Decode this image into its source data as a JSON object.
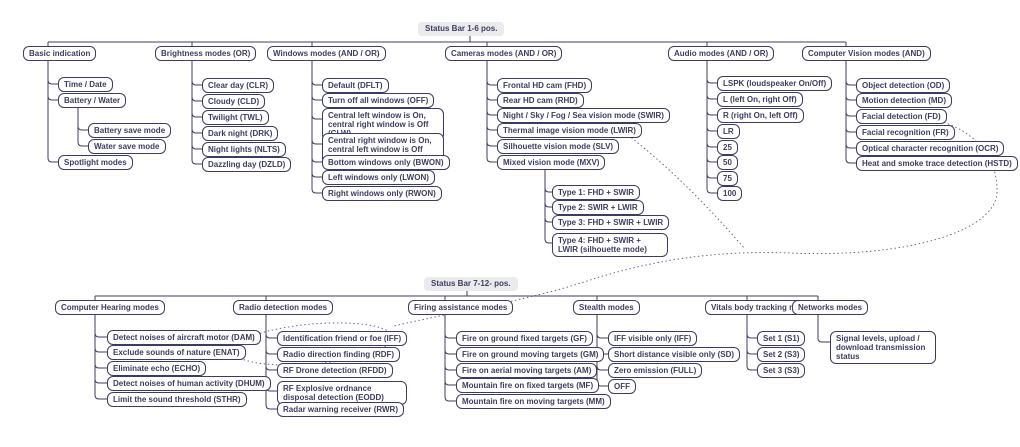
{
  "colors": {
    "ink": "#3d3c60",
    "link_dotted": "#5b5a80",
    "label_bg": "#ebebed",
    "background": "#ffffff"
  },
  "top": {
    "label": "Status Bar 1-6 pos.",
    "groups": [
      {
        "label": "Basic indication",
        "children": [
          {
            "label": "Time / Date"
          },
          {
            "label": "Battery / Water",
            "children": [
              {
                "label": "Battery save mode"
              },
              {
                "label": "Water save mode"
              }
            ]
          },
          {
            "label": "Spotlight modes"
          }
        ]
      },
      {
        "label": "Brightness modes (OR)",
        "children": [
          {
            "label": "Clear day (CLR)"
          },
          {
            "label": "Cloudy (CLD)"
          },
          {
            "label": "Twilight (TWL)"
          },
          {
            "label": "Dark night (DRK)"
          },
          {
            "label": "Night lights (NLTS)"
          },
          {
            "label": "Dazzling day (DZLD)"
          }
        ]
      },
      {
        "label": "Windows modes (AND / OR)",
        "children": [
          {
            "label": "Default (DFLT)"
          },
          {
            "label": "Turn off all windows (OFF)"
          },
          {
            "label": "Central left window is On, central right window is Off (CLW)"
          },
          {
            "label": "Central right window is On, central left window is Off (CRW)"
          },
          {
            "label": "Bottom windows only (BWON)"
          },
          {
            "label": "Left windows only (LWON)"
          },
          {
            "label": "Right windows only (RWON)"
          }
        ]
      },
      {
        "label": "Cameras modes (AND / OR)",
        "children": [
          {
            "label": "Frontal HD cam (FHD)"
          },
          {
            "label": "Rear HD cam (RHD)"
          },
          {
            "label": "Night / Sky / Fog / Sea vision mode (SWIR)"
          },
          {
            "label": "Thermal image vision mode (LWIR)"
          },
          {
            "label": "Silhouette vision mode (SLV)"
          },
          {
            "label": "Mixed vision mode (MXV)",
            "children": [
              {
                "label": "Type 1: FHD + SWIR"
              },
              {
                "label": "Type 2: SWIR + LWIR"
              },
              {
                "label": "Type 3: FHD + SWIR + LWIR"
              },
              {
                "label": "Type 4: FHD + SWIR + LWIR (silhouette mode)"
              }
            ]
          }
        ]
      },
      {
        "label": "Audio modes (AND / OR)",
        "children": [
          {
            "label": "LSPK (loudspeaker On/Off)"
          },
          {
            "label": "L (left On, right Off)"
          },
          {
            "label": "R (right On, left Off)"
          },
          {
            "label": "LR"
          },
          {
            "label": "25"
          },
          {
            "label": "50"
          },
          {
            "label": "75"
          },
          {
            "label": "100"
          }
        ]
      },
      {
        "label": "Computer Vision modes (AND)",
        "children": [
          {
            "label": "Object detection (OD)"
          },
          {
            "label": "Motion detection (MD)"
          },
          {
            "label": "Facial detection (FD)"
          },
          {
            "label": "Facial recognition (FR)"
          },
          {
            "label": "Optical character recognition (OCR)"
          },
          {
            "label": "Heat and smoke trace detection (HSTD)"
          }
        ]
      }
    ]
  },
  "bottom": {
    "label": "Status Bar 7-12- pos.",
    "groups": [
      {
        "label": "Computer Hearing modes",
        "children": [
          {
            "label": "Detect noises of aircraft motor (DAM)"
          },
          {
            "label": "Exclude sounds of nature (ENAT)"
          },
          {
            "label": "Eliminate echo (ECHO)"
          },
          {
            "label": "Detect noises of human activity (DHUM)"
          },
          {
            "label": "Limit the sound threshold (STHR)"
          }
        ]
      },
      {
        "label": "Radio detection modes",
        "children": [
          {
            "label": "Identification friend or foe (IFF)"
          },
          {
            "label": "Radio direction finding (RDF)"
          },
          {
            "label": "RF Drone detection (RFDD)"
          },
          {
            "label": "RF Explosive ordnance disposal detection (EODD)"
          },
          {
            "label": "Radar warning receiver (RWR)"
          }
        ]
      },
      {
        "label": "Firing assistance modes",
        "children": [
          {
            "label": "Fire on ground fixed targets (GF)"
          },
          {
            "label": "Fire on ground moving targets (GM)"
          },
          {
            "label": "Fire on aerial moving targets (AM)"
          },
          {
            "label": "Mountain fire on fixed targets (MF)"
          },
          {
            "label": "Mountain fire on moving targets (MM)"
          }
        ]
      },
      {
        "label": "Stealth modes",
        "children": [
          {
            "label": "IFF visible only (IFF)"
          },
          {
            "label": "Short distance visible only (SD)"
          },
          {
            "label": "Zero emission (FULL)"
          },
          {
            "label": "OFF"
          }
        ]
      },
      {
        "label": "Vitals body tracking modes",
        "children": [
          {
            "label": "Set 1 (S1)"
          },
          {
            "label": "Set 2 (S3)"
          },
          {
            "label": "Set 3 (S3)"
          }
        ]
      },
      {
        "label": "Networks modes",
        "children": [
          {
            "label": "Signal levels, upload / download transmission status"
          }
        ]
      }
    ]
  }
}
